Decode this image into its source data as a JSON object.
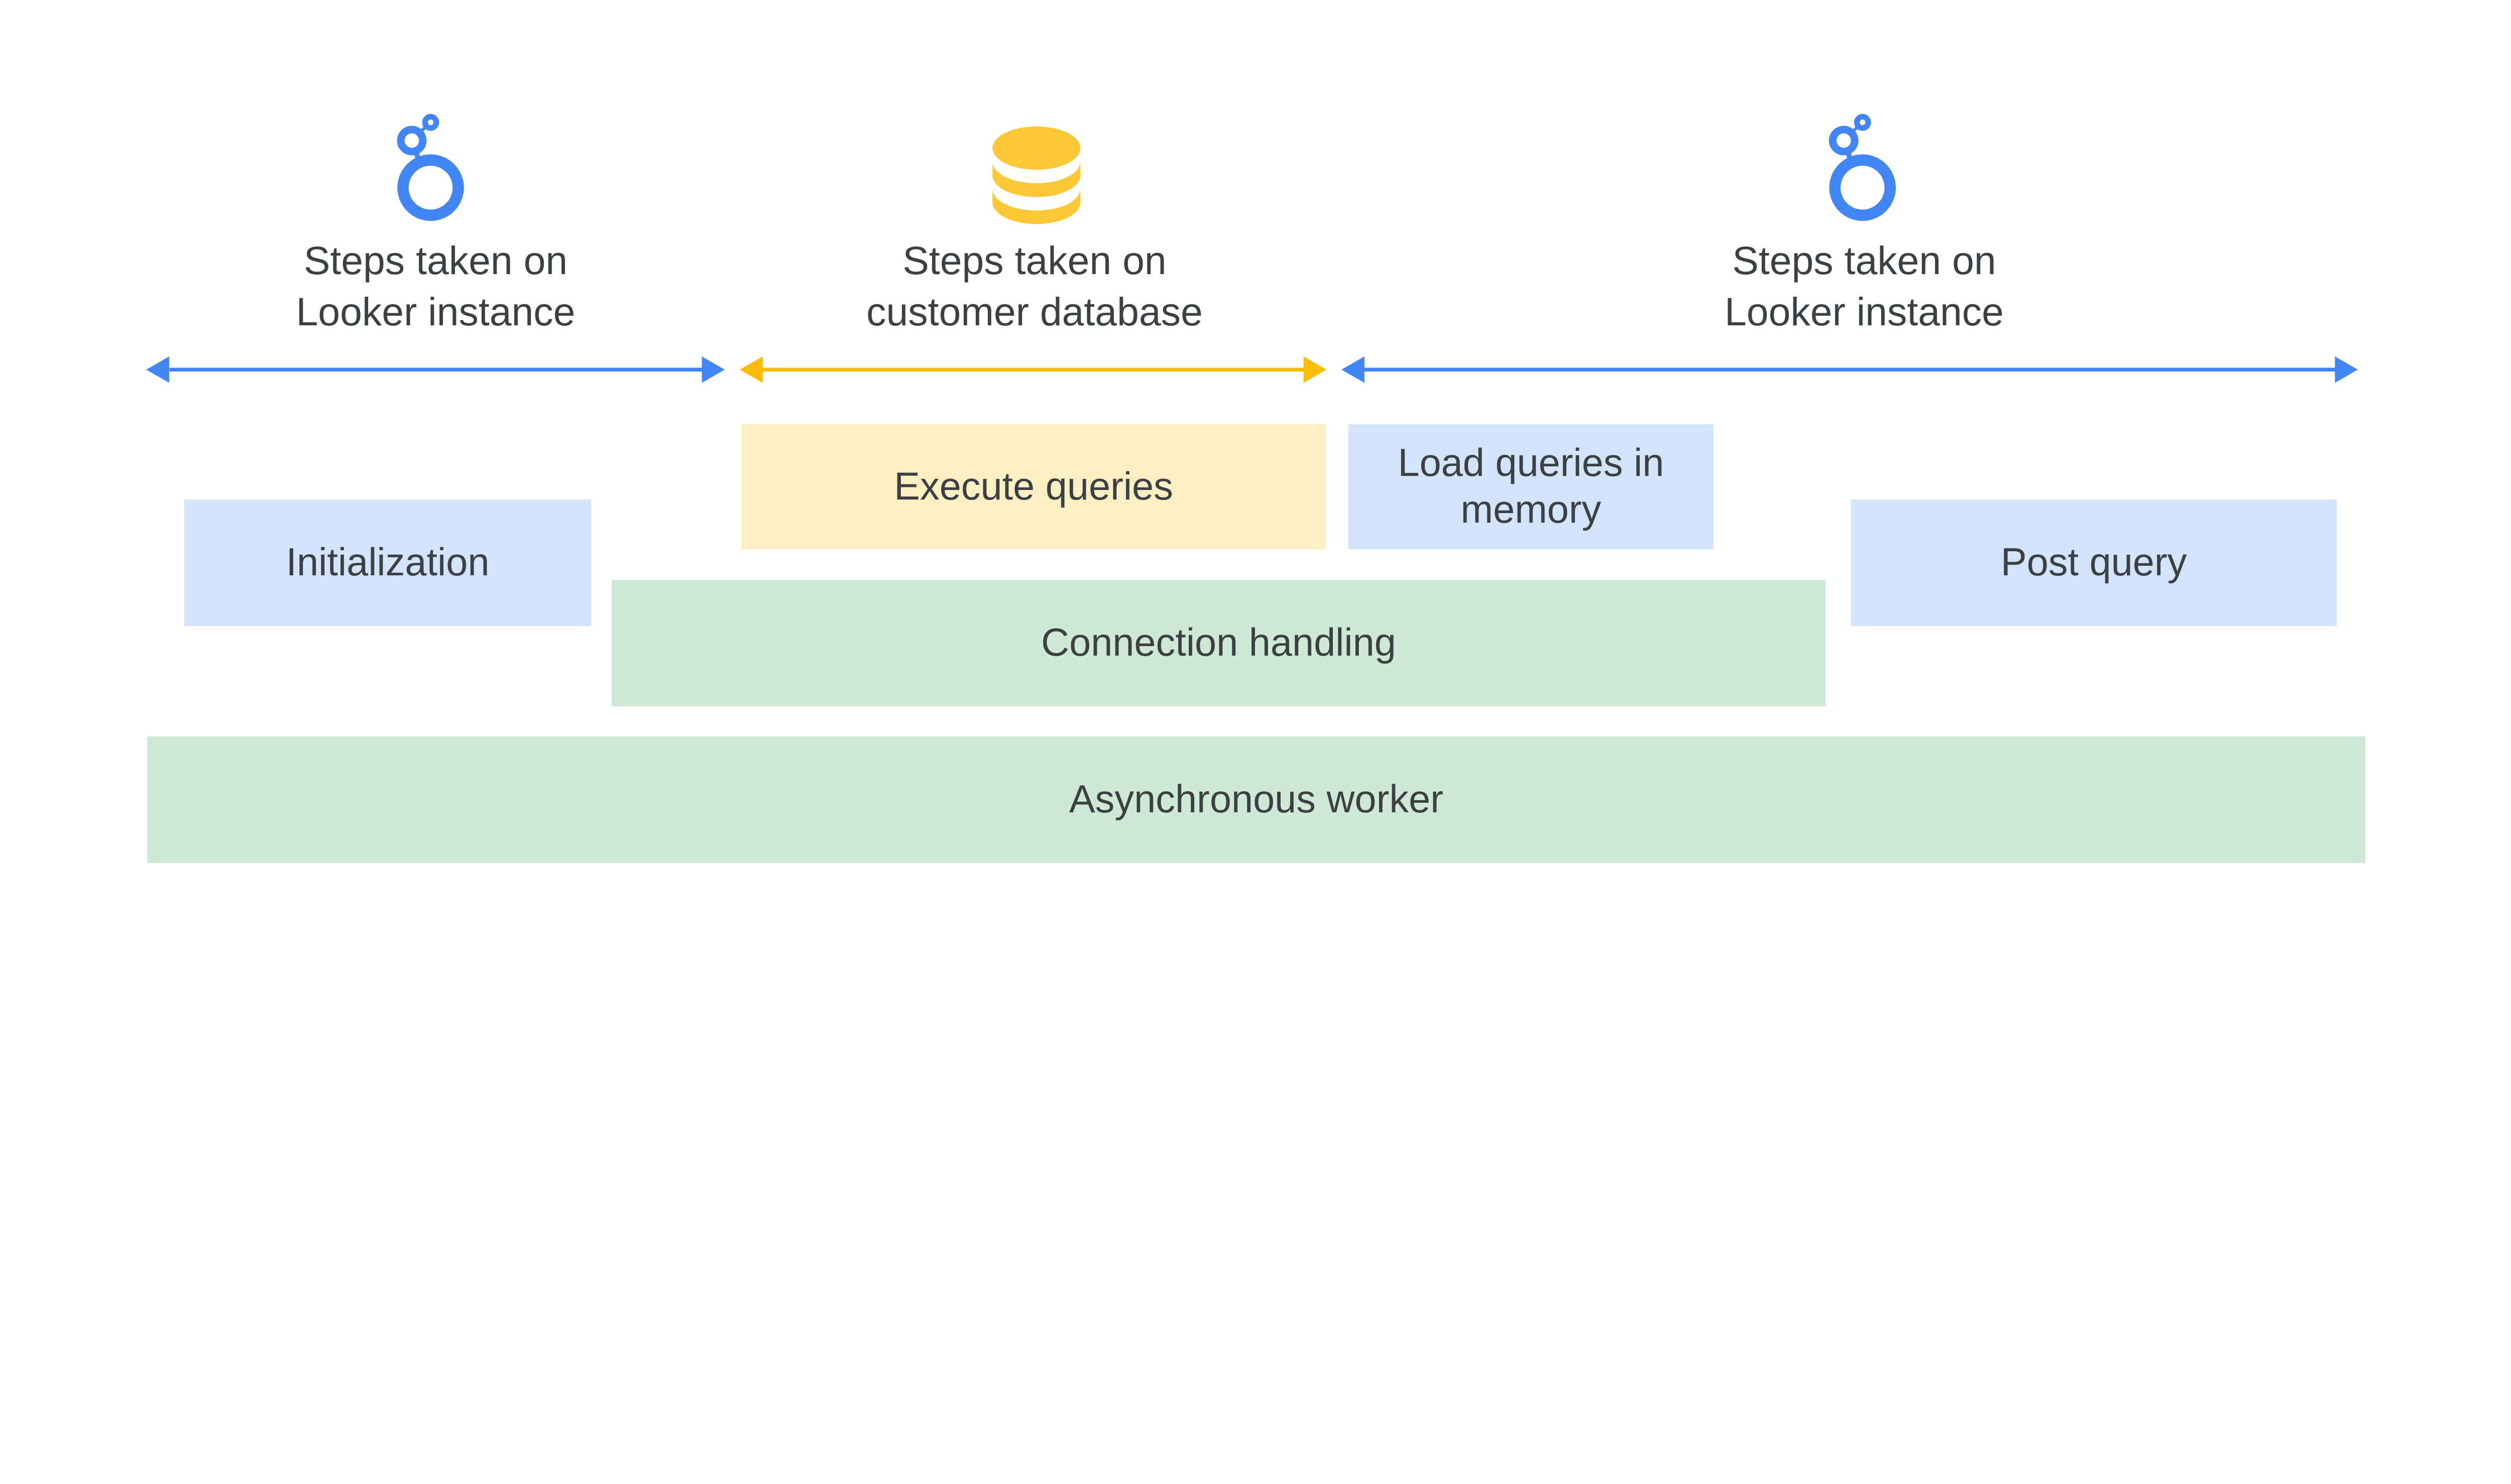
{
  "colors": {
    "looker_blue": "#4285F4",
    "database_yellow": "#FCC934",
    "arrow_yellow": "#FBBC04",
    "box_yellow": "#FEEFC3",
    "box_blue": "#D2E3FC",
    "box_green": "#CEEAD6",
    "text": "#3C4043"
  },
  "sections": [
    {
      "icon": "looker-logo-icon",
      "line1": "Steps taken on",
      "line2": "Looker instance"
    },
    {
      "icon": "database-icon",
      "line1": "Steps taken on",
      "line2": "customer database"
    },
    {
      "icon": "looker-logo-icon",
      "line1": "Steps taken on",
      "line2": "Looker instance"
    }
  ],
  "boxes": {
    "execute_queries": "Execute queries",
    "load_queries": "Load queries in memory",
    "initialization": "Initialization",
    "post_query": "Post query",
    "connection_handling": "Connection handling",
    "asynchronous_worker": "Asynchronous worker"
  }
}
